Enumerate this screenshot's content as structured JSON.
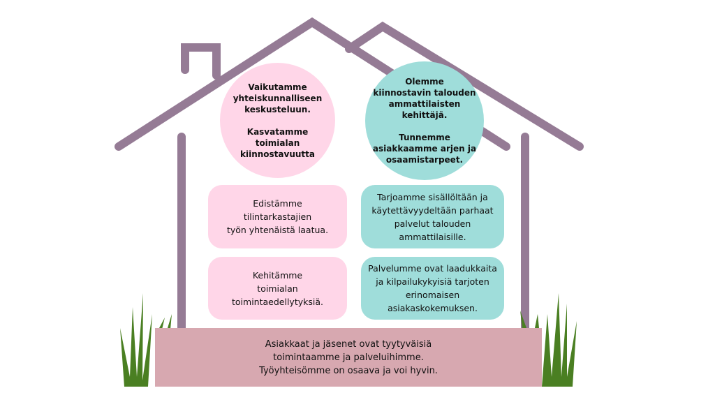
{
  "colors": {
    "house": "#957B95",
    "pink": "#FFD6E8",
    "teal": "#9FDDDA",
    "foundation": "#D7A8B0",
    "grass": "#4A7F22"
  },
  "circles": [
    {
      "text": "Vaikutamme\nyhteiskunnalliseen\nkeskusteluun.\n\nKasvatamme\ntoimialan\nkiinnostavuutta"
    },
    {
      "text": "Olemme\nkiinnostavin talouden\nammattilaisten\nkehittäjä.\n\nTunnemme\nasiakkaamme arjen ja\nosaamistarpeet."
    }
  ],
  "boxes": [
    {
      "text": "Edistämme\ntilintarkastajien\ntyön yhtenäistä laatua."
    },
    {
      "text": "Tarjoamme sisällöltään ja\nkäytettävyydeltään parhaat\npalvelut talouden\nammattilaisille."
    },
    {
      "text": "Kehitämme\ntoimialan\ntoimintaedellytyksiä."
    },
    {
      "text": "Palvelumme ovat laadukkaita\nja kilpailukykyisiä tarjoten\nerinomaisen\nasiakaskokemuksen."
    }
  ],
  "foundation": {
    "text": "Asiakkaat ja jäsenet ovat tyytyväisiä\ntoimintaamme ja palveluihimme.\nTyöyhteisömme on osaava ja voi hyvin."
  }
}
